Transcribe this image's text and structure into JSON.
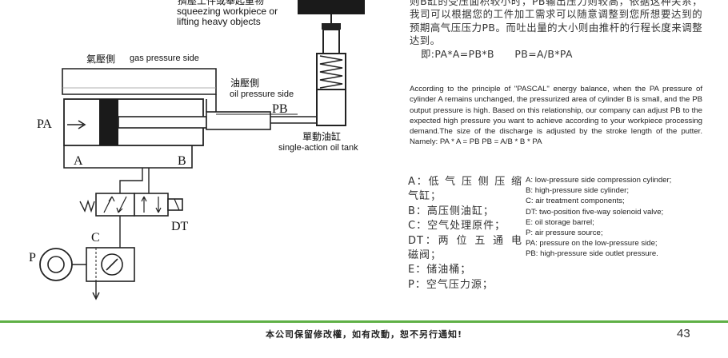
{
  "diagram": {
    "top_label_cn": "擠壓工件或舉起重物",
    "top_label_en_1": "squeezing workpiece or",
    "top_label_en_2": "lifting heavy objects",
    "gas_side_cn": "氣壓側",
    "gas_side_en": "gas pressure side",
    "oil_side_cn": "油壓側",
    "oil_side_en": "oil pressure side",
    "label_pa": "PA",
    "label_pb": "PB",
    "label_a": "A",
    "label_b": "B",
    "label_dt": "DT",
    "label_c": "C",
    "label_p": "P",
    "tank_cn": "單動油缸",
    "tank_en": "single-action oil tank"
  },
  "description_cn": {
    "text": "则B缸的受压面积较小时，PB输出压力则较高，依据这种关系，我司可以根据您的工件加工需求可以随意调整到您所想要达到的预期高气压压力PB。而吐出量的大小则由推杆的行程长度来调整达到。",
    "formula": "即:PA*A=PB*B　　PB=A/B*PA"
  },
  "description_en": "According to the principle of \"PASCAL\" energy balance, when the PA pressure of cylinder A remains unchanged, the pressurized area of cylinder B is small, and the PB output pressure is high. Based on this relationship, our company can adjust PB to the expected high pressure you want to achieve according to your workpiece processing demand.The size of the discharge is adjusted by the stroke length of the putter. Namely: PA * A = PB PB = A/B * B * PA",
  "legend_cn": [
    "A：低 气 压 侧 压 缩 气缸；",
    "B：高压侧油缸；",
    "C：空气处理原件；",
    "DT：两 位 五 通 电 磁阀；",
    "E：储油桶；",
    "P：空气压力源；"
  ],
  "legend_en": [
    "A: low-pressure side compression cylinder;",
    "B: high-pressure side cylinder;",
    "C: air treatment components;",
    "DT: two-position five-way solenoid valve;",
    "E: oil storage barrel;",
    "P: air pressure source;",
    "PA: pressure on the low-pressure side;",
    "PB: high-pressure side outlet pressure."
  ],
  "footer": {
    "note": "本公司保留修改權，如有改動，恕不另行通知!",
    "page_number": "43"
  },
  "colors": {
    "accent_green": "#5fb046"
  }
}
